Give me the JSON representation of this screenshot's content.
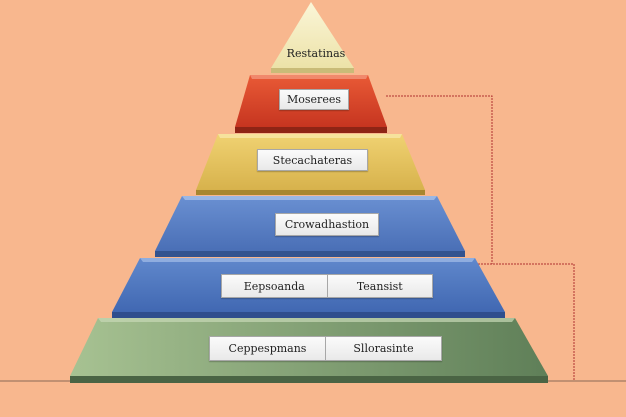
{
  "pyramid": {
    "levels": [
      {
        "name": "top",
        "labels": [
          "Restatinas"
        ],
        "color": "#f3ecc0"
      },
      {
        "name": "second",
        "labels": [
          "Moserees"
        ],
        "color": "#d8442a"
      },
      {
        "name": "third",
        "labels": [
          "Stecachateras"
        ],
        "color": "#e2bf5a"
      },
      {
        "name": "fourth",
        "labels": [
          "Crowadhastion"
        ],
        "color": "#557bc0"
      },
      {
        "name": "fifth",
        "labels": [
          "Eepsoanda",
          "Teansist"
        ],
        "color": "#4e74bb"
      },
      {
        "name": "base",
        "labels": [
          "Ceppespmans",
          "Sllorasinte"
        ],
        "color": "#7f9c6e"
      }
    ],
    "connector_color": "#b03030"
  }
}
